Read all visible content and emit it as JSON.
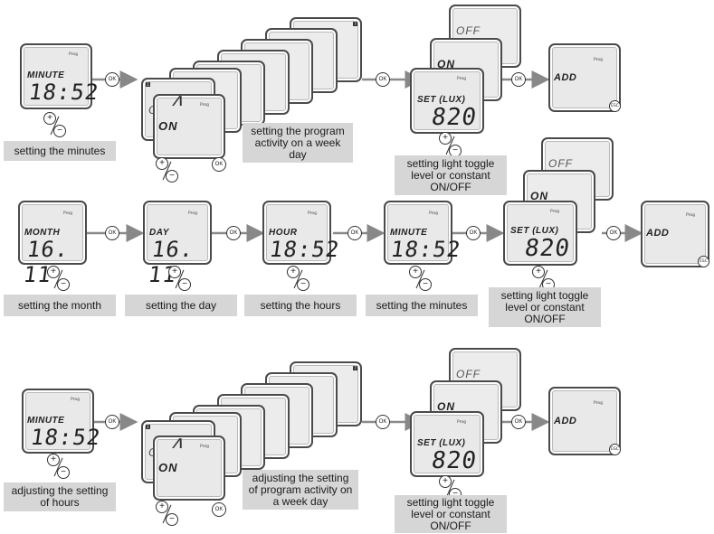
{
  "labels": {
    "ok": "OK",
    "esc": "ESC",
    "plus": "+",
    "minus": "−",
    "prog": "Prog"
  },
  "display": {
    "minute": "MINUTE",
    "month": "MONTH",
    "day": "DAY",
    "hour": "HOUR",
    "set_lux": "SET (LUX)",
    "time": "18:52",
    "date": "16. 11",
    "lux": "820",
    "off": "OFF",
    "on": "ON",
    "add": "ADD",
    "day_one": "1",
    "day_seven": "7"
  },
  "captions": {
    "row1_minutes": "setting the minutes",
    "row1_program": "setting the program activity on a week day",
    "row1_light": "setting light toggle level or constant ON/OFF",
    "row2_month": "setting the month",
    "row2_day": "setting the day",
    "row2_hours": "setting the hours",
    "row2_minutes": "setting the minutes",
    "row2_light": "setting light toggle level or constant ON/OFF",
    "row3_hours": "adjusting the setting of hours",
    "row3_program": "adjusting the setting of program activity on a week day",
    "row3_light": "setting light toggle level or constant ON/OFF"
  }
}
